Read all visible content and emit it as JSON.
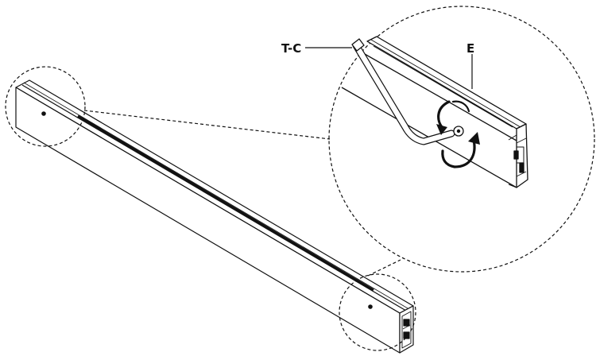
{
  "labels": {
    "tool": "T-C",
    "part": "E"
  },
  "icons": {
    "detail_circles": "dashed-detail-circle",
    "rotation": "rotate-arrows-icon",
    "tool": "hex-key-icon"
  },
  "colors": {
    "line": "#111111",
    "background": "#ffffff"
  }
}
